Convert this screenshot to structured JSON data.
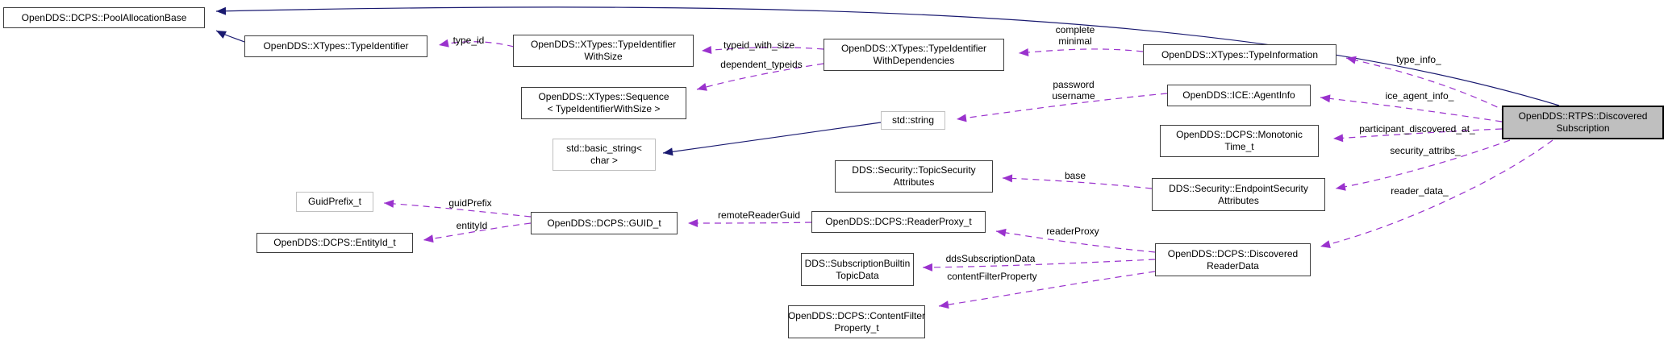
{
  "diagram": {
    "kind": "doxygen-collaboration-graph",
    "highlighted_node": "OpenDDS::RTPS::DiscoveredSubscription",
    "colors": {
      "inheritance_edge": "#191970",
      "usage_edge": "#9a32cd",
      "node_border": "#3d3d3d",
      "external_node_border": "#c0c0c0",
      "node_fill": "#ffffff",
      "highlight_fill": "#bfbfbf",
      "background": "#ffffff",
      "text": "#000000"
    }
  },
  "nodes": [
    {
      "id": "pool-allocation-base",
      "label": "OpenDDS::DCPS::PoolAllocationBase"
    },
    {
      "id": "type-identifier",
      "label": "OpenDDS::XTypes::TypeIdentifier"
    },
    {
      "id": "type-identifier-with-size",
      "label": "OpenDDS::XTypes::TypeIdentifier\nWithSize"
    },
    {
      "id": "sequence-type-identifier-with-size",
      "label": "OpenDDS::XTypes::Sequence\n< TypeIdentifierWithSize >"
    },
    {
      "id": "type-identifier-with-dependencies",
      "label": "OpenDDS::XTypes::TypeIdentifier\nWithDependencies"
    },
    {
      "id": "type-information",
      "label": "OpenDDS::XTypes::TypeInformation"
    },
    {
      "id": "std-string",
      "label": "std::string"
    },
    {
      "id": "std-basic-string-char",
      "label": "std::basic_string<\nchar >"
    },
    {
      "id": "ice-agent-info",
      "label": "OpenDDS::ICE::AgentInfo"
    },
    {
      "id": "monotonic-time-t",
      "label": "OpenDDS::DCPS::Monotonic\nTime_t"
    },
    {
      "id": "topic-security-attributes",
      "label": "DDS::Security::TopicSecurity\nAttributes"
    },
    {
      "id": "endpoint-security-attributes",
      "label": "DDS::Security::EndpointSecurity\nAttributes"
    },
    {
      "id": "guid-prefix-t",
      "label": "GuidPrefix_t"
    },
    {
      "id": "entity-id-t",
      "label": "OpenDDS::DCPS::EntityId_t"
    },
    {
      "id": "guid-t",
      "label": "OpenDDS::DCPS::GUID_t"
    },
    {
      "id": "reader-proxy-t",
      "label": "OpenDDS::DCPS::ReaderProxy_t"
    },
    {
      "id": "subscription-builtin-topic-data",
      "label": "DDS::SubscriptionBuiltin\nTopicData"
    },
    {
      "id": "content-filter-property-t",
      "label": "OpenDDS::DCPS::ContentFilter\nProperty_t"
    },
    {
      "id": "discovered-reader-data",
      "label": "OpenDDS::DCPS::Discovered\nReaderData"
    },
    {
      "id": "discovered-subscription",
      "label": "OpenDDS::RTPS::Discovered\nSubscription"
    }
  ],
  "edge_labels": [
    {
      "id": "type-id",
      "text": "type_id"
    },
    {
      "id": "typeid-with-size",
      "text": "typeid_with_size"
    },
    {
      "id": "dependent-typeids",
      "text": "dependent_typeids"
    },
    {
      "id": "complete-minimal",
      "text": "complete\nminimal"
    },
    {
      "id": "type-info",
      "text": "type_info_"
    },
    {
      "id": "password-username",
      "text": "password\nusername"
    },
    {
      "id": "ice-agent-info",
      "text": "ice_agent_info_"
    },
    {
      "id": "participant-discovered-at",
      "text": "participant_discovered_at_"
    },
    {
      "id": "security-attribs",
      "text": "security_attribs_"
    },
    {
      "id": "base",
      "text": "base"
    },
    {
      "id": "reader-data",
      "text": "reader_data_"
    },
    {
      "id": "guid-prefix",
      "text": "guidPrefix"
    },
    {
      "id": "entity-id",
      "text": "entityId"
    },
    {
      "id": "remote-reader-guid",
      "text": "remoteReaderGuid"
    },
    {
      "id": "reader-proxy",
      "text": "readerProxy"
    },
    {
      "id": "dds-subscription-data",
      "text": "ddsSubscriptionData"
    },
    {
      "id": "content-filter-property",
      "text": "contentFilterProperty"
    }
  ]
}
